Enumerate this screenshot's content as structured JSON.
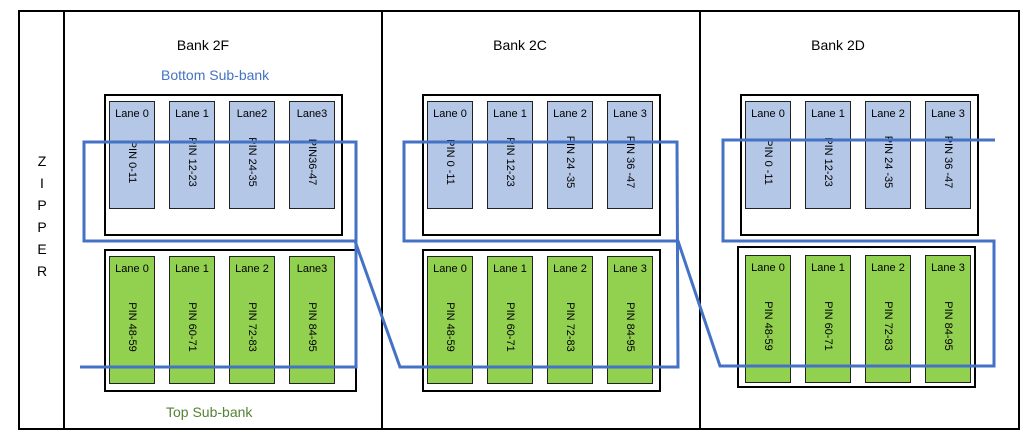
{
  "zipper": [
    "Z",
    "I",
    "P",
    "P",
    "E",
    "R"
  ],
  "sub_bank_labels": {
    "bottom": "Bottom Sub-bank",
    "top": "Top Sub-bank"
  },
  "colors": {
    "blue_fill": "#B4C7E7",
    "green_fill": "#92D050",
    "connector": "#4472C4"
  },
  "banks": [
    {
      "title": "Bank 2F",
      "bottom_lanes": [
        {
          "lane": "Lane 0",
          "pins": "PIN 0-11"
        },
        {
          "lane": "Lane 1",
          "pins": "PIN 12-23"
        },
        {
          "lane": "Lane2",
          "pins": "PIN 24-35"
        },
        {
          "lane": "Lane3",
          "pins": "PIN36-47"
        }
      ],
      "top_lanes": [
        {
          "lane": "Lane 0",
          "pins": "PIN 48-59"
        },
        {
          "lane": "Lane 1",
          "pins": "PIN 60-71"
        },
        {
          "lane": "Lane 2",
          "pins": "PIN 72-83"
        },
        {
          "lane": "Lane3",
          "pins": "PIN 84-95"
        }
      ]
    },
    {
      "title": "Bank 2C",
      "bottom_lanes": [
        {
          "lane": "Lane 0",
          "pins": "PIN 0 -11"
        },
        {
          "lane": "Lane 1",
          "pins": "PIN 12-23"
        },
        {
          "lane": "Lane 2",
          "pins": "PIN 24 -35"
        },
        {
          "lane": "Lane 3",
          "pins": "PIN 36 -47"
        }
      ],
      "top_lanes": [
        {
          "lane": "Lane 0",
          "pins": "PIN 48-59"
        },
        {
          "lane": "Lane 1",
          "pins": "PIN 60-71"
        },
        {
          "lane": "Lane 2",
          "pins": "PIN 72-83"
        },
        {
          "lane": "Lane 3",
          "pins": "PIN 84-95"
        }
      ]
    },
    {
      "title": "Bank 2D",
      "bottom_lanes": [
        {
          "lane": "Lane 0",
          "pins": "PIN 0 -11"
        },
        {
          "lane": "Lane 1",
          "pins": "PIN 12-23"
        },
        {
          "lane": "Lane 2",
          "pins": "PIN 24 -35"
        },
        {
          "lane": "Lane 3",
          "pins": "PIN 36 -47"
        }
      ],
      "top_lanes": [
        {
          "lane": "Lane 0",
          "pins": "PIN 48-59"
        },
        {
          "lane": "Lane 1",
          "pins": "PIN 60-71"
        },
        {
          "lane": "Lane 2",
          "pins": "PIN 72-83"
        },
        {
          "lane": "Lane 3",
          "pins": "PIN 84-95"
        }
      ]
    }
  ]
}
